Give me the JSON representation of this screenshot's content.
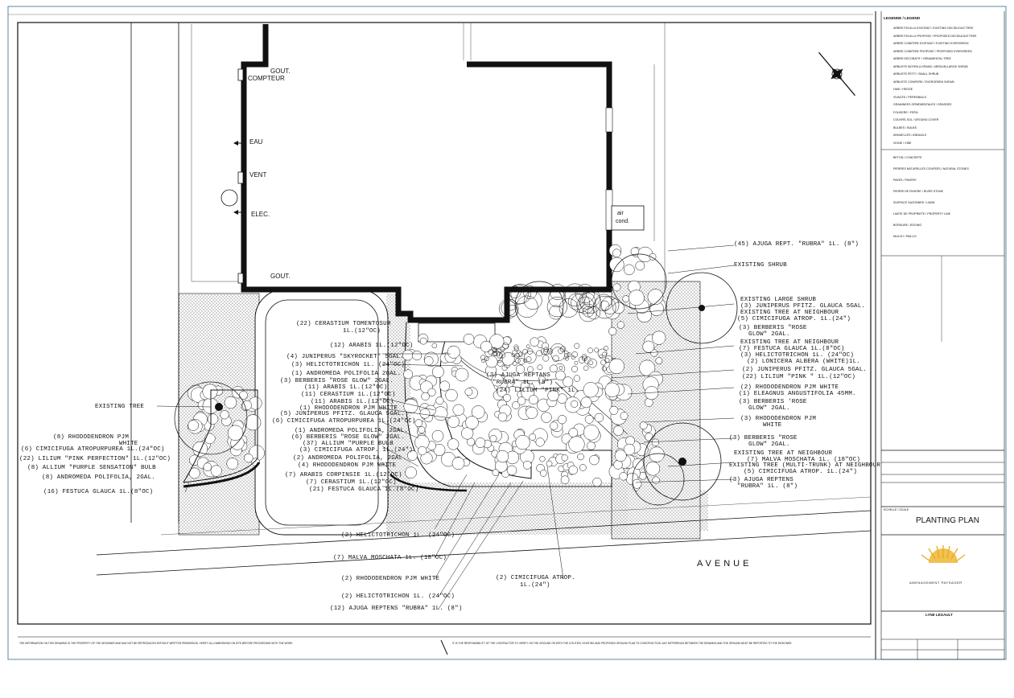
{
  "plan": {
    "title": "PLANTING PLAN",
    "street": "AVENUE",
    "house_labels": {
      "gout_top": "GOUT.",
      "compteur": "COMPTEUR",
      "eau": "EAU",
      "vent": "VENT",
      "elec": "ELEC.",
      "gout_bottom": "GOUT.",
      "air_cond_1": "air",
      "air_cond_2": "cond."
    },
    "existing_tree": "EXISTING TREE",
    "existing_shrub": "EXISTING SHRUB",
    "left_labels": [
      "(8) RHODODENDRON PJM",
      "WHITE",
      "(6) CIMICIFUGA ATROPURPUREA 1L.(24\"OC)",
      "(22) LILIUM \"PINK PERFECTION\" 1L.(12\"OC)",
      "(8) ALLIUM \"PURPLE SENSATION\" BULB",
      "(8) ANDROMEDA POLIFOLIA, 2GAL.",
      "(16) FESTUCA GLAUCA 1L.(8\"OC)"
    ],
    "center_labels": [
      "(22) CERASTIUM TOMENTOSUM",
      "1L.(12\"OC)",
      "(12) ARABIS 1L.(12\"OC)",
      "(4) JUNIPERUS \"SKYROCKET\" 5GAL.",
      "(3) HELICTOTRICHON 1L. (24\"OC)",
      "(1) ANDROMEDA POLIFOLIA 2GAL.",
      "(3) BERBERIS \"ROSE GLOW\" 2GAL.",
      "(11) ARABIS 1L.(12\"OC)",
      "(11) CERASTIUM 1L.(12\"OC)",
      "(11) ARABIS 1L.(12\"OC)",
      "(1) RHODODENDRON PJM WHITE",
      "(5) JUNIPERUS PFITZ. GLAUCA 5GAL.",
      "(6) CIMICIFUGA ATROPURPUREA 1L.(24\"OC)",
      "(1) ANDROMEDA POLIFOLIA, 2GAL.",
      "(6) BERBERIS \"ROSE GLOW\" 2GAL.",
      "(37) ALLIUM \"PURPLE BULB",
      "(3) CIMICIFUGA ATROP. 1L.(24\")",
      "(2) ANDROMEDA POLIFOLIA, 2GAL.",
      "(4) RHODODENDRON PJM WHITE",
      "(7) ARABIS CORPINSIE 1L.(12\"OC)",
      "(7) CERASTIUM 1L.(12\"OC)",
      "(21) FESTUCA GLAUCA 1L.(8\"OC)"
    ],
    "bed_labels": [
      "(3) AJUGA REPTANS",
      "\"RUBRA\" 1L. (8\")",
      "(24) LILIUM \"PINK\" 1L."
    ],
    "right_labels": [
      "(45) AJUGA REPT. \"RUBRA\" 1L. (8\")",
      "EXISTING LARGE SHRUB",
      "(3) JUNIPERUS PFITZ. GLAUCA 5GAL.",
      "EXISTING TREE AT NEIGHBOUR",
      "(5) CIMICIFUGA ATROP. 1L.(24\")",
      "(3) BERBERIS \"ROSE",
      "GLOW\" 2GAL.",
      "EXISTING TREE AT NEIGHBOUR",
      "(7) FESTUCA GLAUCA 1L.(8\"OC)",
      "(3) HELICTOTRICHON 1L. (24\"OC)",
      "(2) LONICERA ALBERA (WHITE)1L.",
      "(2) JUNIPERUS PFITZ. GLAUCA 5GAL.",
      "(22) LILIUM \"PINK \" 1L.(12\"OC)",
      "(2) RHODODENDRON PJM WHITE",
      "(1) ELEAGNUS ANGUSTIFOLIA 45MM.",
      "(3) BERBERIS 'ROSE",
      "GLOW\" 2GAL.",
      "(3) RHODODENDRON PJM",
      "WHITE",
      "(3) BERBERIS \"ROSE",
      "GLOW\" 2GAL.",
      "EXISTING TREE AT NEIGHBOUR",
      "(7) MALVA MOSCHATA 1L. (18\"OC)",
      "EXISTING TREE (MULTI-TRUNK) AT NEIGHBOUR",
      "(5) CIMICIFUGA ATROP. 1L.(24\")",
      "(3) AJUGA REPTENS",
      "\"RUBRA\" 1L. (8\")"
    ],
    "bottom_labels": [
      "(2) HELICTOTRICHON 1L. (24\"OC)",
      "(7) MALVA MOSCHATA 1L. (18\"OC)",
      "(2) RHODODENDRON PJM WHITE",
      "(2) HELICTOTRICHON 1L. (24\"OC)",
      "(12) AJUGA REPTENS \"RUBRA\" 1L. (8\")",
      "(2) CIMICIFUGA ATROP.",
      "1L.(24\")"
    ]
  },
  "legend": {
    "title": "LEGENDE / LEGEND",
    "items": [
      "ARBRE FEUILLU EXISTANT / EXISTING DECIDUOUS TREE",
      "ARBRE FEUILLU PROPOSE / PROPOSED DECIDUOUS TREE",
      "ARBRE CONIFERE EXISTANT / EXISTING EVERGREEN",
      "ARBRE CONIFERE PROPOSE / PROPOSED EVERGREEN",
      "ARBRE DECORATIF / ORNAMENTAL TREE",
      "ARBUSTE MOYEN A GRAND / MEDIUM-LARGE SHRUB",
      "ARBUSTE PETIT / SMALL SHRUB",
      "ARBUSTE CONIFERE / EVERGREEN SHRUB",
      "HAIE / HEDGE",
      "VIVACES / PERENNIALS",
      "GRAMINEES ORNEMENTALES / GRASSES",
      "FOUGERE / FERN",
      "COUVRE-SOL / GROUND COVER",
      "BULBES / BULBS",
      "ANNUELLES / ANNUALS",
      "VIGNE / VINE"
    ],
    "materials": [
      "BETON / CONCRETE",
      "PIERRES NATURELLES COUPEES / NATURAL STONES",
      "PAVES / PAVERS",
      "PIERRE DE RIVIERE / RIVER STONE",
      "SURFACE GAZONNEE / LAWN",
      "LIMITE DE PROPRIETE / PROPERTY LINE",
      "BORDURE / EDGING",
      "MULCH / PAILLIS"
    ],
    "company": "AMENAGEMENT PAYSAGER",
    "designer": "LYNE LEGAULT",
    "scale_label": "ECHELLE / SCALE",
    "drawing_no": "PLANTING PLAN"
  },
  "notes": {
    "left": "THE INFORMATION ON THIS DRAWING IS THE PROPERTY OF THE DESIGNER AND MAY NOT BE REPRODUCED WITHOUT WRITTEN PERMISSION. VERIFY ALL DIMENSIONS ON SITE BEFORE PROCEEDING WITH THE WORK.",
    "right": "IT IS THE RESPONSIBILITY OF THE CONTRACTOR TO VERIFY ON THE GROUND OR WITH THE UTILITIES, EXISTING AND PROPOSED GROUND PLAN TO CONSTRUCTION. ANY DIFFERENCE BETWEEN THE DRAWING AND THE GROUND MUST BE REPORTED TO THE DESIGNER."
  }
}
